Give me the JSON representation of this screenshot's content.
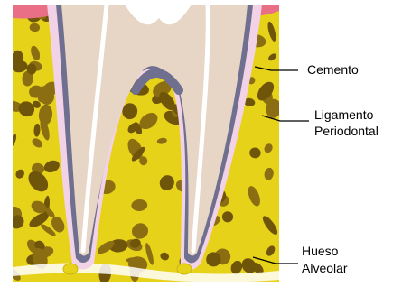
{
  "labels": {
    "cemento": "Cemento",
    "ligamento_line1": "Ligamento",
    "ligamento_line2": "Periodontal",
    "hueso_line1": "Hueso",
    "hueso_line2": "Alveolar"
  },
  "colors": {
    "bone": "#e7d21a",
    "bone_blob": "#8c6e12",
    "bone_blob_dark": "#6f5509",
    "dentin": "#e7d5c5",
    "cementum": "#6f6f8f",
    "ligament": "#f2d2e6",
    "pulp": "#ffffff",
    "gum": "#e86f86"
  }
}
